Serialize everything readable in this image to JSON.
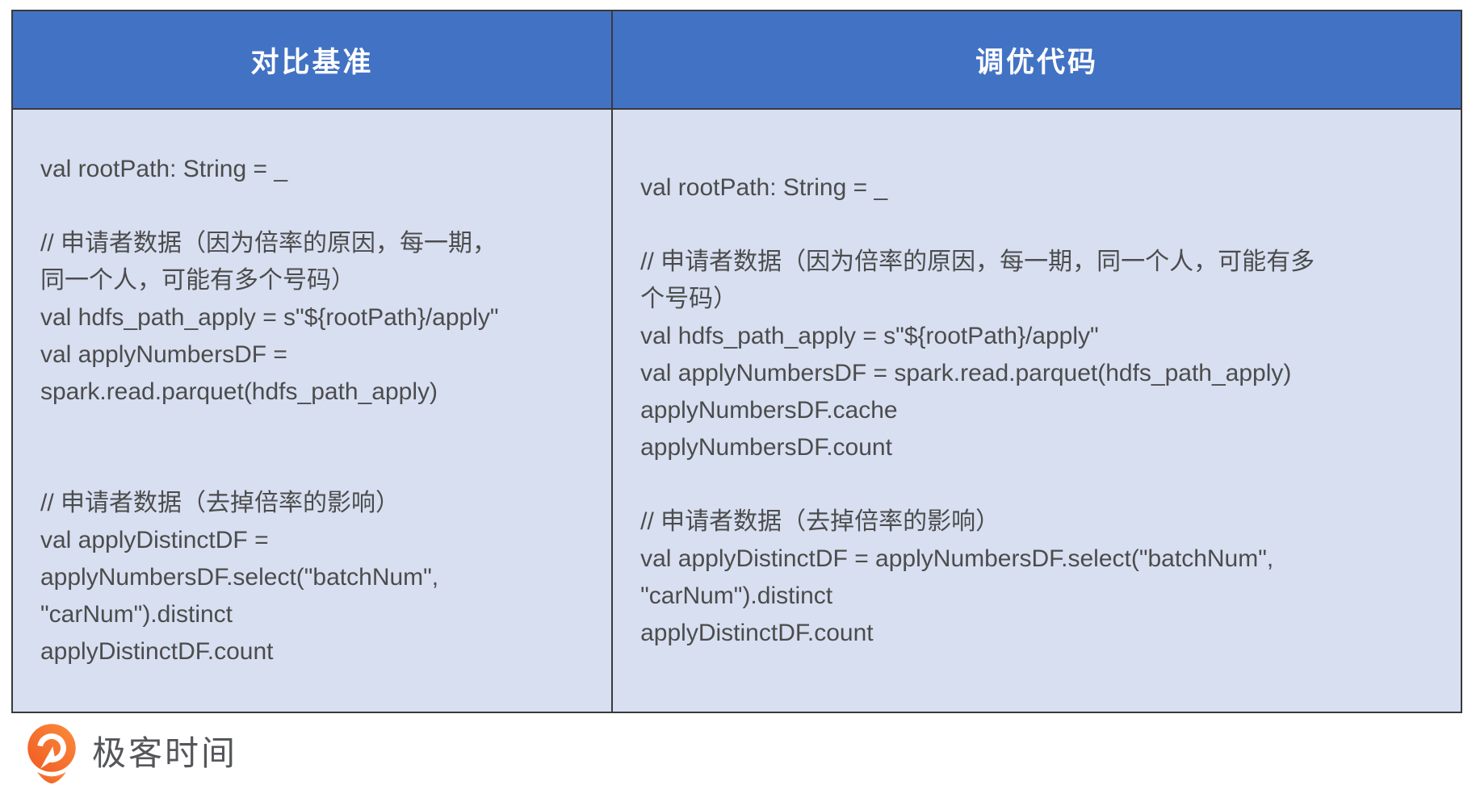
{
  "table": {
    "columns": [
      {
        "header": "对比基准",
        "code": "val rootPath: String = _\n\n// 申请者数据（因为倍率的原因，每一期，\n同一个人，可能有多个号码）\nval hdfs_path_apply = s\"${rootPath}/apply\"\nval applyNumbersDF =\nspark.read.parquet(hdfs_path_apply)\n\n\n// 申请者数据（去掉倍率的影响）\nval applyDistinctDF =\napplyNumbersDF.select(\"batchNum\",\n\"carNum\").distinct\napplyDistinctDF.count"
      },
      {
        "header": "调优代码",
        "code": "val rootPath: String = _\n\n// 申请者数据（因为倍率的原因，每一期，同一个人，可能有多\n个号码）\nval hdfs_path_apply = s\"${rootPath}/apply\"\nval applyNumbersDF = spark.read.parquet(hdfs_path_apply)\napplyNumbersDF.cache\napplyNumbersDF.count\n\n// 申请者数据（去掉倍率的影响）\nval applyDistinctDF = applyNumbersDF.select(\"batchNum\",\n\"carNum\").distinct\napplyDistinctDF.count"
      }
    ]
  },
  "footer": {
    "brand": "极客时间"
  },
  "colors": {
    "header_bg": "#4272C4",
    "header_text": "#FFFFFF",
    "cell_bg": "#D7DFF1",
    "border": "#3A3A3A",
    "code_text": "#4C4C4C",
    "brand_text": "#55565A",
    "brand_orange_light": "#FB8C3C",
    "brand_orange_dark": "#F05A22"
  }
}
